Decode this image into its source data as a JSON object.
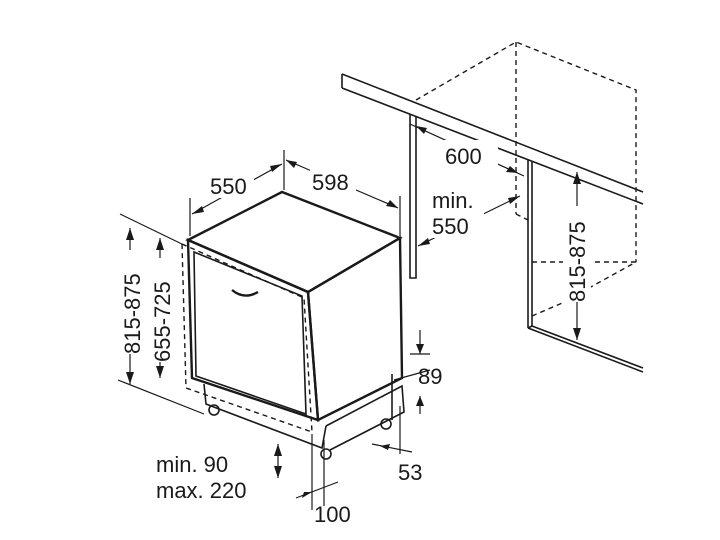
{
  "dimensions": {
    "unit_depth": "550",
    "unit_width": "598",
    "niche_width": "600",
    "niche_depth_min": "min.",
    "niche_depth_value": "550",
    "niche_height": "815-875",
    "overall_height": "815-875",
    "inner_height": "655-725",
    "plinth_height": "89",
    "plinth_offset": "53",
    "plinth_gap_min": "min. 90",
    "plinth_gap_max": "max. 220",
    "plinth_depth": "100"
  }
}
